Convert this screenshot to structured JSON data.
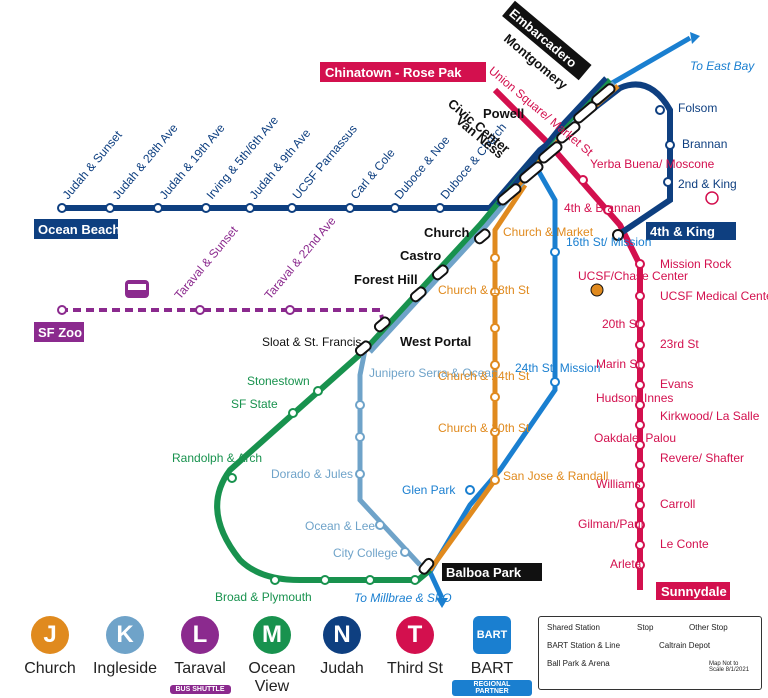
{
  "colors": {
    "J": "#e08a1e",
    "K": "#6fa3c9",
    "L": "#8b2a8e",
    "M": "#18924e",
    "N": "#0e3f80",
    "T": "#d3104e",
    "BART": "#1a7fd0"
  },
  "terminals": {
    "ocean_beach": "Ocean Beach",
    "sf_zoo": "SF Zoo",
    "chinatown": "Chinatown - Rose Pak",
    "fourth_king": "4th & King",
    "sunnydale": "Sunnydale",
    "balboa_park": "Balboa Park",
    "embarcadero": "Embarcadero"
  },
  "stations": {
    "n_line": [
      "Judah & Sunset",
      "Judah & 28th Ave",
      "Judah & 19th Ave",
      "Irving & 5th/6th Ave",
      "Judah & 9th Ave",
      "UCSF Parnassus",
      "Carl & Cole",
      "Duboce & Noe",
      "Duboce & Church"
    ],
    "l_line": [
      "Taraval & Sunset",
      "Taraval & 22nd Ave"
    ],
    "subway": [
      "Montgomery",
      "Powell",
      "Civic Center",
      "Van Ness",
      "Church",
      "Castro",
      "Forest Hill",
      "West Portal"
    ],
    "union_square": "Union Square/ Market St",
    "m_line": [
      "Sloat & St. Francis",
      "Stonestown",
      "SF State",
      "Randolph & Arch",
      "Broad & Plymouth"
    ],
    "k_line": [
      "Junipero Serra & Ocean",
      "Dorado & Jules",
      "Ocean & Lee",
      "City College"
    ],
    "j_line": [
      "Church & Market",
      "Church & 18th St",
      "Church & 24th St",
      "Church & 30th St",
      "San Jose & Randall"
    ],
    "bart": [
      "16th St/ Mission",
      "24th St/ Mission",
      "Glen Park"
    ],
    "t_line": [
      "Yerba Buena/ Moscone",
      "4th & Brannan",
      "Mission Rock",
      "UCSF/Chase Center",
      "UCSF Medical Center",
      "20th St",
      "23rd St",
      "Marin St",
      "Evans",
      "Hudson/ Innes",
      "Kirkwood/ La Salle",
      "Oakdale/ Palou",
      "Revere/ Shafter",
      "Williams",
      "Carroll",
      "Gilman/Paul",
      "Le Conte",
      "Arleta"
    ],
    "n_loop": [
      "Folsom",
      "Brannan",
      "2nd & King"
    ]
  },
  "directions": {
    "east_bay": "To East Bay",
    "millbrae": "To Millbrae & SFO"
  },
  "legend": [
    {
      "letter": "J",
      "name": "Church"
    },
    {
      "letter": "K",
      "name": "Ingleside"
    },
    {
      "letter": "L",
      "name": "Taraval",
      "sub": "BUS SHUTTLE"
    },
    {
      "letter": "M",
      "name": "Ocean View"
    },
    {
      "letter": "N",
      "name": "Judah"
    },
    {
      "letter": "T",
      "name": "Third St"
    },
    {
      "letter": "BART",
      "name": "BART",
      "sub": "REGIONAL PARTNER"
    }
  ],
  "key": {
    "shared_station": "Shared Station",
    "stop": "Stop",
    "other_stop": "Other Stop",
    "bart_station": "BART Station & Line",
    "caltrain": "Caltrain Depot",
    "ballpark": "Ball Park & Arena",
    "note": "Map Not to Scale 8/1/2021"
  }
}
